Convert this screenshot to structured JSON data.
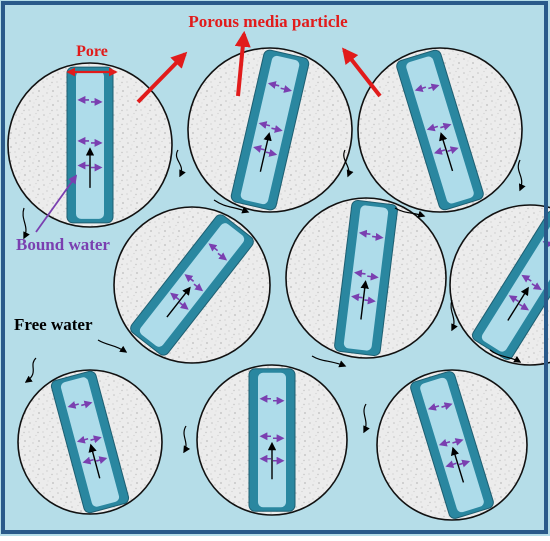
{
  "labels": {
    "porous_media_particle": "Porous media particle",
    "pore": "Pore",
    "bound_water": "Bound water",
    "free_water": "Free water"
  },
  "colors": {
    "background": "#b5dde8",
    "frame": "#2a5a8a",
    "particle_fill": "#ececec",
    "particle_speckle": "#c9c9c9",
    "pore_wall": "#2a87a0",
    "pore_channel": "#aedcea",
    "bound_water_arrow": "#7a3fb0",
    "label_red": "#e11b1b",
    "label_purple": "#7a3fb0",
    "free_water_arrow": "#000000"
  }
}
